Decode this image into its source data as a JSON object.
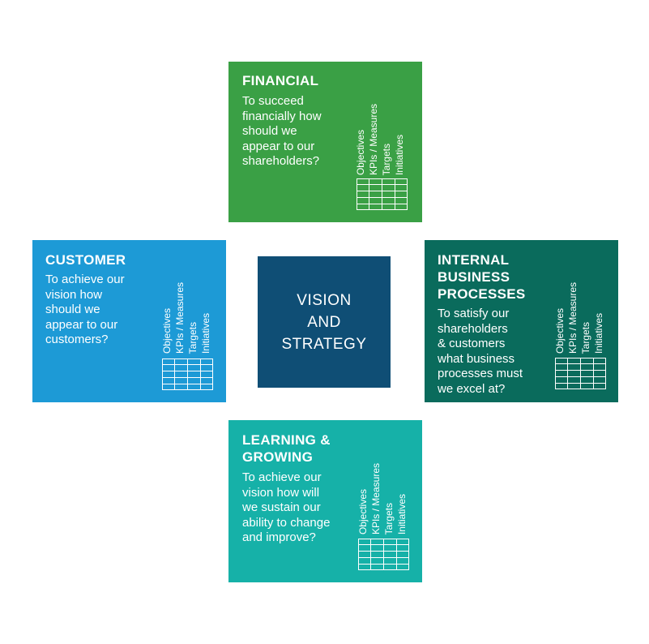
{
  "center": {
    "text": "VISION\nAND\nSTRATEGY",
    "color": "#0f4e75"
  },
  "column_labels": [
    "Objectives",
    "KPIs / Measures",
    "Targets",
    "Initiatives"
  ],
  "cards": {
    "financial": {
      "title": "FINANCIAL",
      "question": "To succeed\nfinancially how\nshould we\nappear to our\nshareholders?",
      "color": "#3aa045"
    },
    "customer": {
      "title": "CUSTOMER",
      "question": "To achieve our\nvision how\nshould we\nappear to our\ncustomers?",
      "color": "#1d9ad6"
    },
    "internal": {
      "title": "INTERNAL\nBUSINESS\nPROCESSES",
      "question": "To satisfy our\nshareholders\n& customers\nwhat business\nprocesses must\nwe excel at?",
      "color": "#0a6b5c"
    },
    "learning": {
      "title": "LEARNING &\nGROWING",
      "question": "To achieve our\nvision how will\nwe sustain our\nability to change\nand improve?",
      "color": "#16b1a8"
    }
  }
}
